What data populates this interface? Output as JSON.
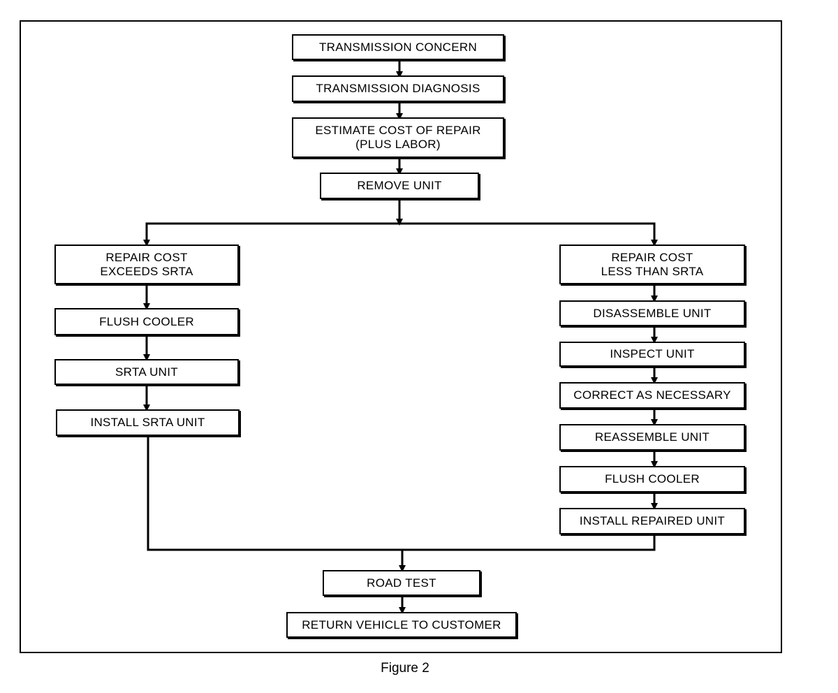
{
  "diagram": {
    "top_steps": [
      "TRANSMISSION CONCERN",
      "TRANSMISSION DIAGNOSIS",
      "ESTIMATE COST OF REPAIR\n(PLUS LABOR)",
      "REMOVE UNIT"
    ],
    "left_branch": [
      "REPAIR COST\nEXCEEDS SRTA",
      "FLUSH COOLER",
      "SRTA UNIT",
      "INSTALL SRTA UNIT"
    ],
    "right_branch": [
      "REPAIR COST\nLESS THAN SRTA",
      "DISASSEMBLE UNIT",
      "INSPECT UNIT",
      "CORRECT AS NECESSARY",
      "REASSEMBLE UNIT",
      "FLUSH COOLER",
      "INSTALL REPAIRED UNIT"
    ],
    "bottom_steps": [
      "ROAD TEST",
      "RETURN VEHICLE TO CUSTOMER"
    ]
  },
  "caption": "Figure 2"
}
